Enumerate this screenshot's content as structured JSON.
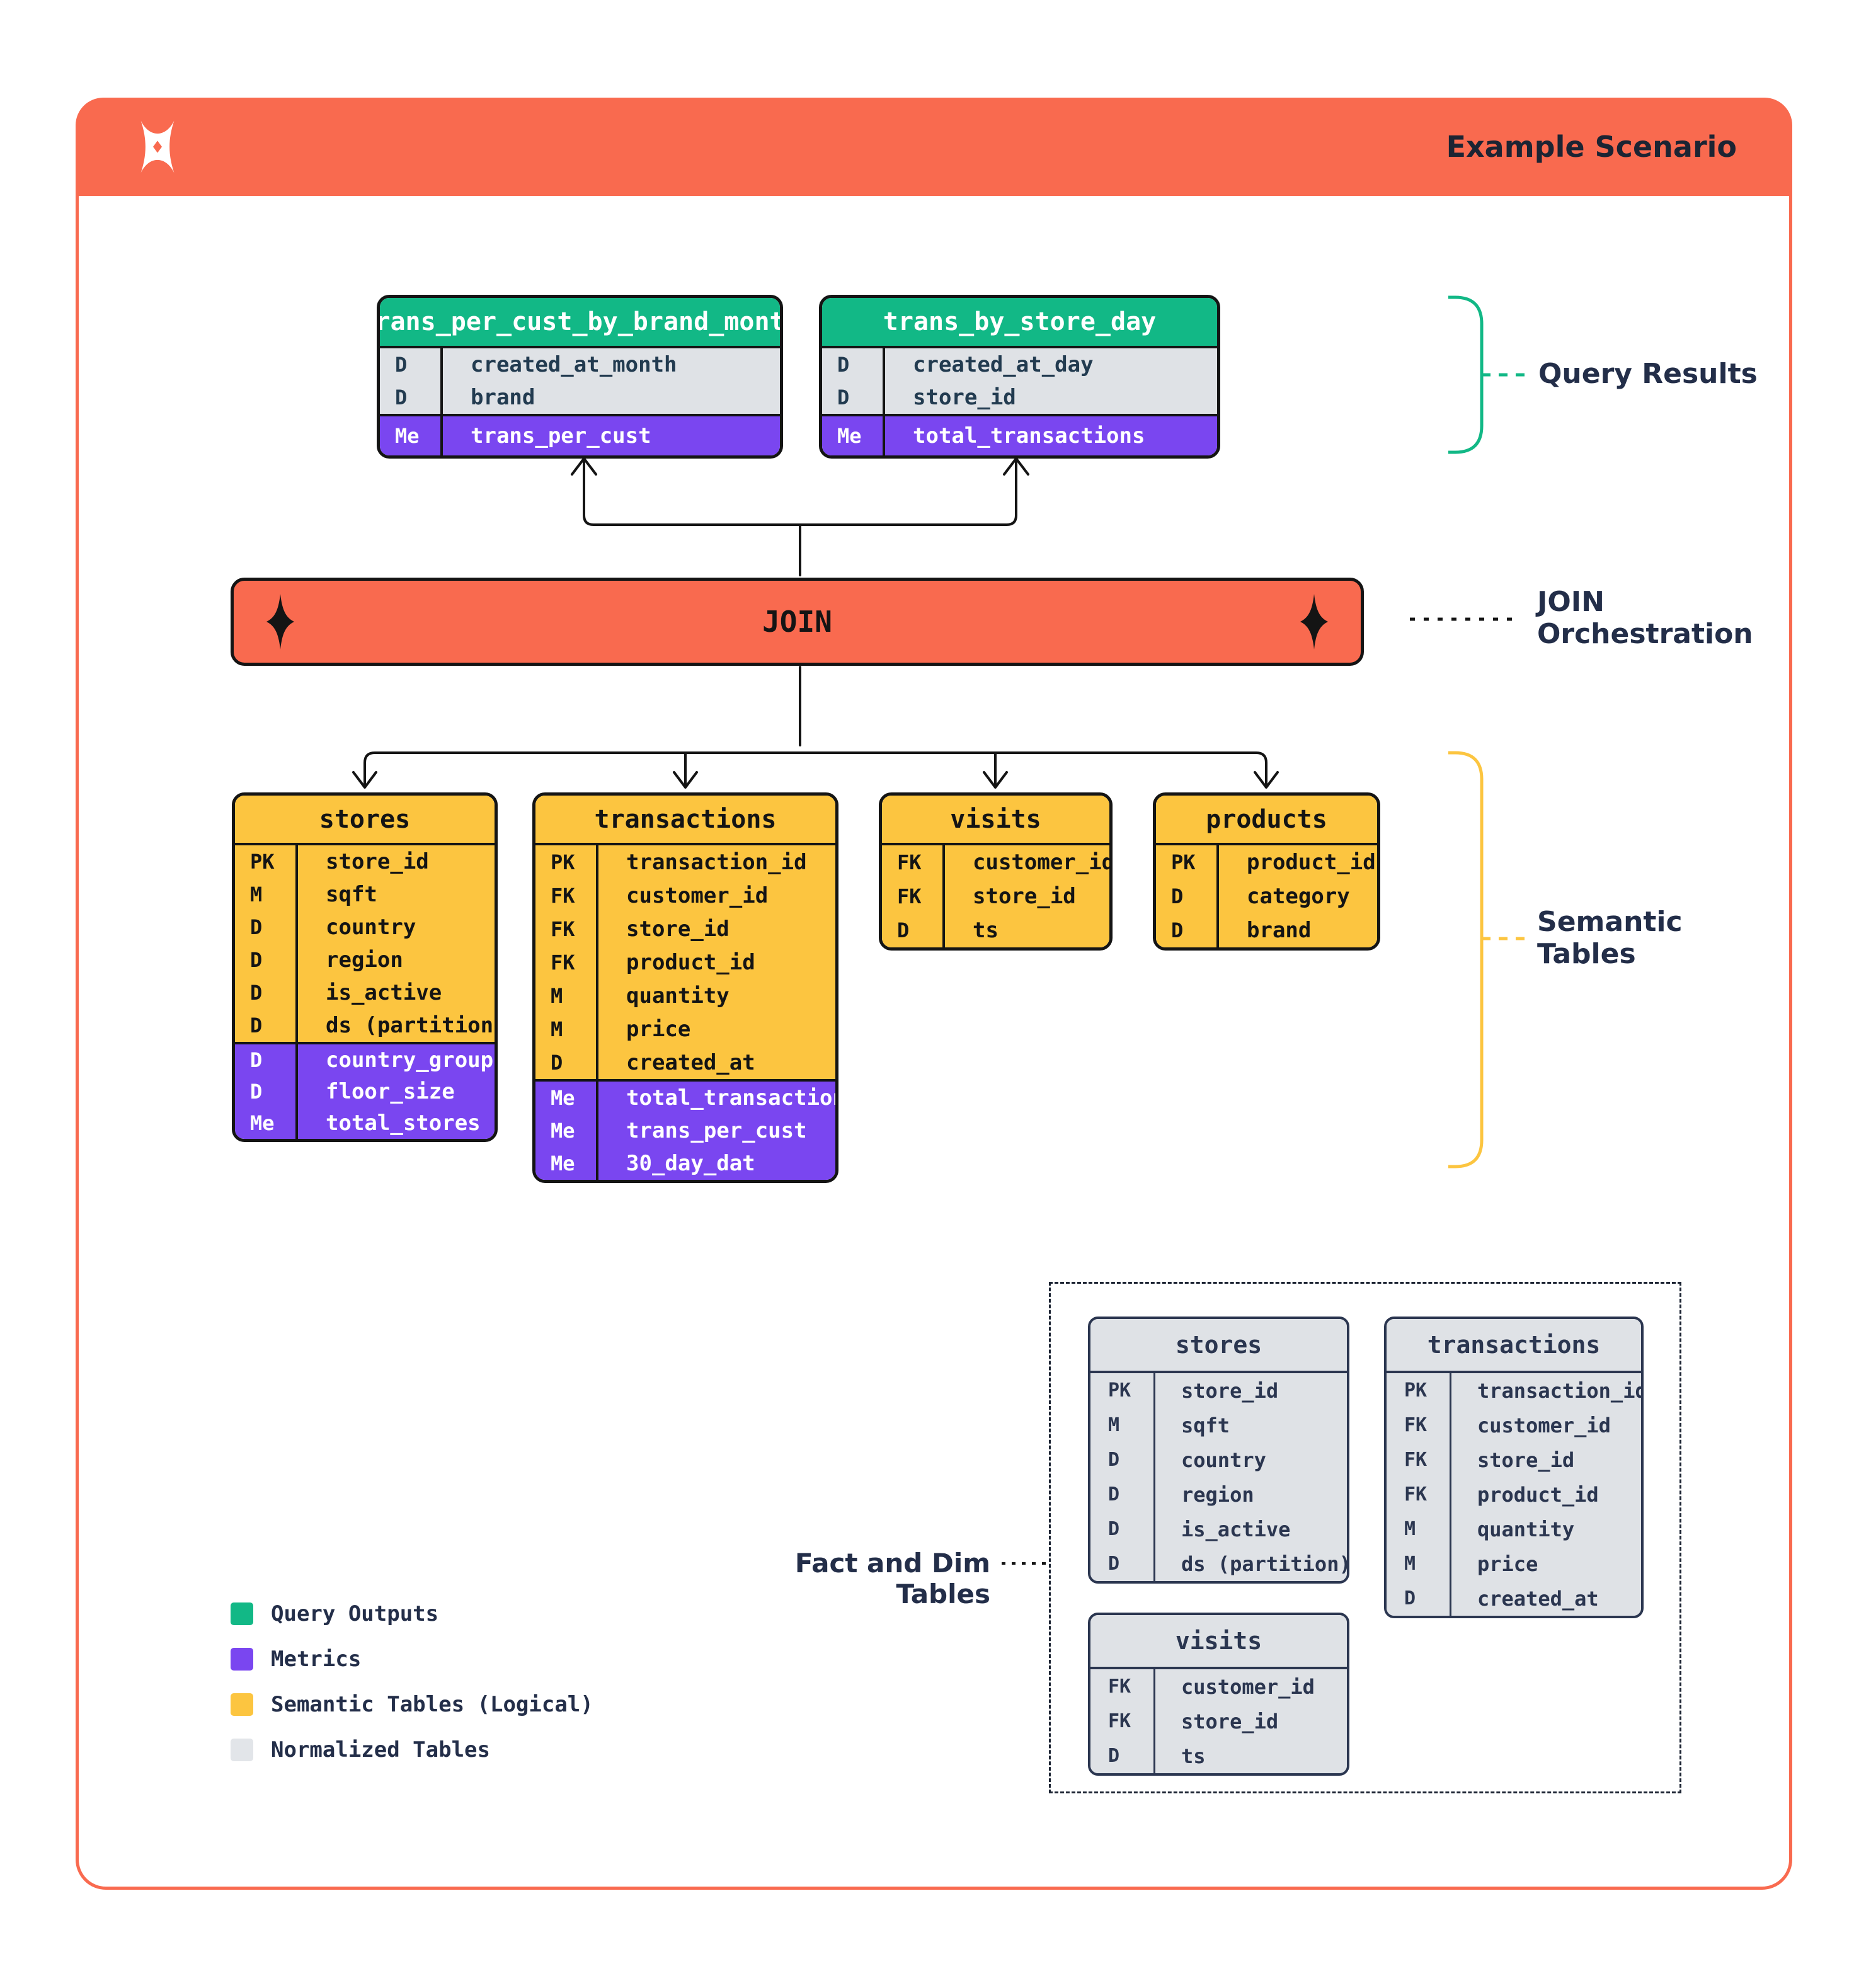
{
  "header": {
    "title": "Example Scenario"
  },
  "join": {
    "label": "JOIN"
  },
  "annotations": {
    "query_results": "Query Results",
    "join_orch_1": "JOIN",
    "join_orch_2": "Orchestration",
    "semantic_1": "Semantic",
    "semantic_2": "Tables",
    "fact_dim": "Fact and Dim Tables"
  },
  "query_results": [
    {
      "title": "trans_per_cust_by_brand_month",
      "rows": [
        {
          "key": "D",
          "name": "created_at_month"
        },
        {
          "key": "D",
          "name": "brand"
        }
      ],
      "metrics": [
        {
          "key": "Me",
          "name": "trans_per_cust"
        }
      ]
    },
    {
      "title": "trans_by_store_day",
      "rows": [
        {
          "key": "D",
          "name": "created_at_day"
        },
        {
          "key": "D",
          "name": "store_id"
        }
      ],
      "metrics": [
        {
          "key": "Me",
          "name": "total_transactions"
        }
      ]
    }
  ],
  "semantic_tables": [
    {
      "title": "stores",
      "rows": [
        [
          "PK",
          "store_id"
        ],
        [
          "M",
          "sqft"
        ],
        [
          "D",
          "country"
        ],
        [
          "D",
          "region"
        ],
        [
          "D",
          "is_active"
        ],
        [
          "D",
          "ds (partition)"
        ]
      ],
      "metrics": [
        [
          "D",
          "country_group"
        ],
        [
          "D",
          "floor_size"
        ],
        [
          "Me",
          "total_stores"
        ]
      ]
    },
    {
      "title": "transactions",
      "rows": [
        [
          "PK",
          "transaction_id"
        ],
        [
          "FK",
          "customer_id"
        ],
        [
          "FK",
          "store_id"
        ],
        [
          "FK",
          "product_id"
        ],
        [
          "M",
          "quantity"
        ],
        [
          "M",
          "price"
        ],
        [
          "D",
          "created_at"
        ]
      ],
      "metrics": [
        [
          "Me",
          "total_transactions"
        ],
        [
          "Me",
          "trans_per_cust"
        ],
        [
          "Me",
          "30_day_dat"
        ]
      ]
    },
    {
      "title": "visits",
      "rows": [
        [
          "FK",
          "customer_id"
        ],
        [
          "FK",
          "store_id"
        ],
        [
          "D",
          "ts"
        ]
      ],
      "metrics": []
    },
    {
      "title": "products",
      "rows": [
        [
          "PK",
          "product_id"
        ],
        [
          "D",
          "category"
        ],
        [
          "D",
          "brand"
        ]
      ],
      "metrics": []
    }
  ],
  "normalized_tables": [
    {
      "title": "stores",
      "rows": [
        [
          "PK",
          "store_id"
        ],
        [
          "M",
          "sqft"
        ],
        [
          "D",
          "country"
        ],
        [
          "D",
          "region"
        ],
        [
          "D",
          "is_active"
        ],
        [
          "D",
          "ds (partition)"
        ]
      ]
    },
    {
      "title": "transactions",
      "rows": [
        [
          "PK",
          "transaction_id"
        ],
        [
          "FK",
          "customer_id"
        ],
        [
          "FK",
          "store_id"
        ],
        [
          "FK",
          "product_id"
        ],
        [
          "M",
          "quantity"
        ],
        [
          "M",
          "price"
        ],
        [
          "D",
          "created_at"
        ]
      ]
    },
    {
      "title": "visits",
      "rows": [
        [
          "FK",
          "customer_id"
        ],
        [
          "FK",
          "store_id"
        ],
        [
          "D",
          "ts"
        ]
      ]
    }
  ],
  "legend": [
    {
      "color": "#12b886",
      "label": "Query Outputs"
    },
    {
      "color": "#7a46f0",
      "label": "Metrics"
    },
    {
      "color": "#fcc540",
      "label": "Semantic Tables (Logical)"
    },
    {
      "color": "#e2e5e9",
      "label": "Normalized Tables"
    }
  ],
  "colors": {
    "accent_orange": "#f96a4f",
    "green": "#12b886",
    "purple": "#7a46f0",
    "yellow": "#fcc540",
    "table_gray": "#dfe2e6",
    "navy_text": "#232e49",
    "line_black": "#141414"
  }
}
